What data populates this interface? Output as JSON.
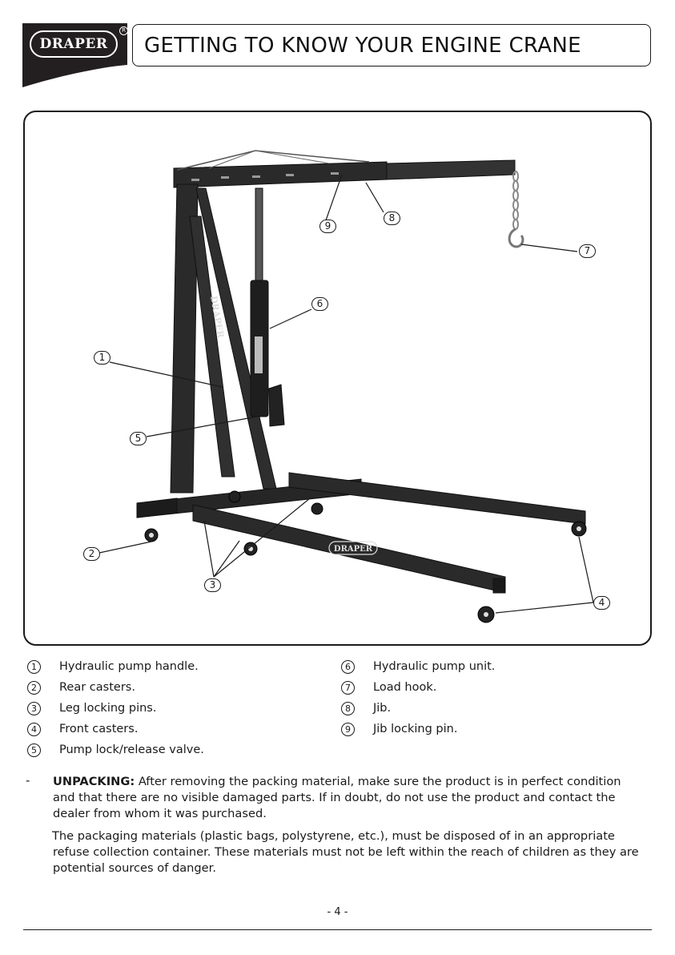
{
  "header": {
    "brand": "DRAPER",
    "registered_mark": "R",
    "title": "GETTING TO KNOW YOUR ENGINE CRANE"
  },
  "figure": {
    "boom_brand": "DRAPER",
    "leg_brand": "DRAPER",
    "callouts": [
      "1",
      "2",
      "3",
      "4",
      "5",
      "6",
      "7",
      "8",
      "9"
    ]
  },
  "legend": {
    "left": [
      {
        "num": "1",
        "label": "Hydraulic pump handle."
      },
      {
        "num": "2",
        "label": "Rear casters."
      },
      {
        "num": "3",
        "label": "Leg locking pins."
      },
      {
        "num": "4",
        "label": "Front casters."
      },
      {
        "num": "5",
        "label": "Pump lock/release valve."
      }
    ],
    "right": [
      {
        "num": "6",
        "label": "Hydraulic pump unit."
      },
      {
        "num": "7",
        "label": "Load hook."
      },
      {
        "num": "8",
        "label": "Jib."
      },
      {
        "num": "9",
        "label": "Jib locking pin."
      }
    ]
  },
  "body": {
    "bullet": "-",
    "unpacking_heading": "UNPACKING:",
    "unpacking_text": "After removing the packing material, make sure the product is in perfect condition and that there are no visible damaged parts. If in doubt, do not use the product and contact the dealer from whom it was purchased.",
    "packaging_text": "The packaging materials (plastic bags, polystyrene, etc.), must be disposed of in an appropriate refuse collection container. These materials must not be left within the reach of children as they are potential sources of danger."
  },
  "footer": {
    "page_number": "- 4 -"
  },
  "colors": {
    "ink": "#1a1a1a",
    "crane_body": "#2a2a2a",
    "logo_panel": "#231f20"
  }
}
